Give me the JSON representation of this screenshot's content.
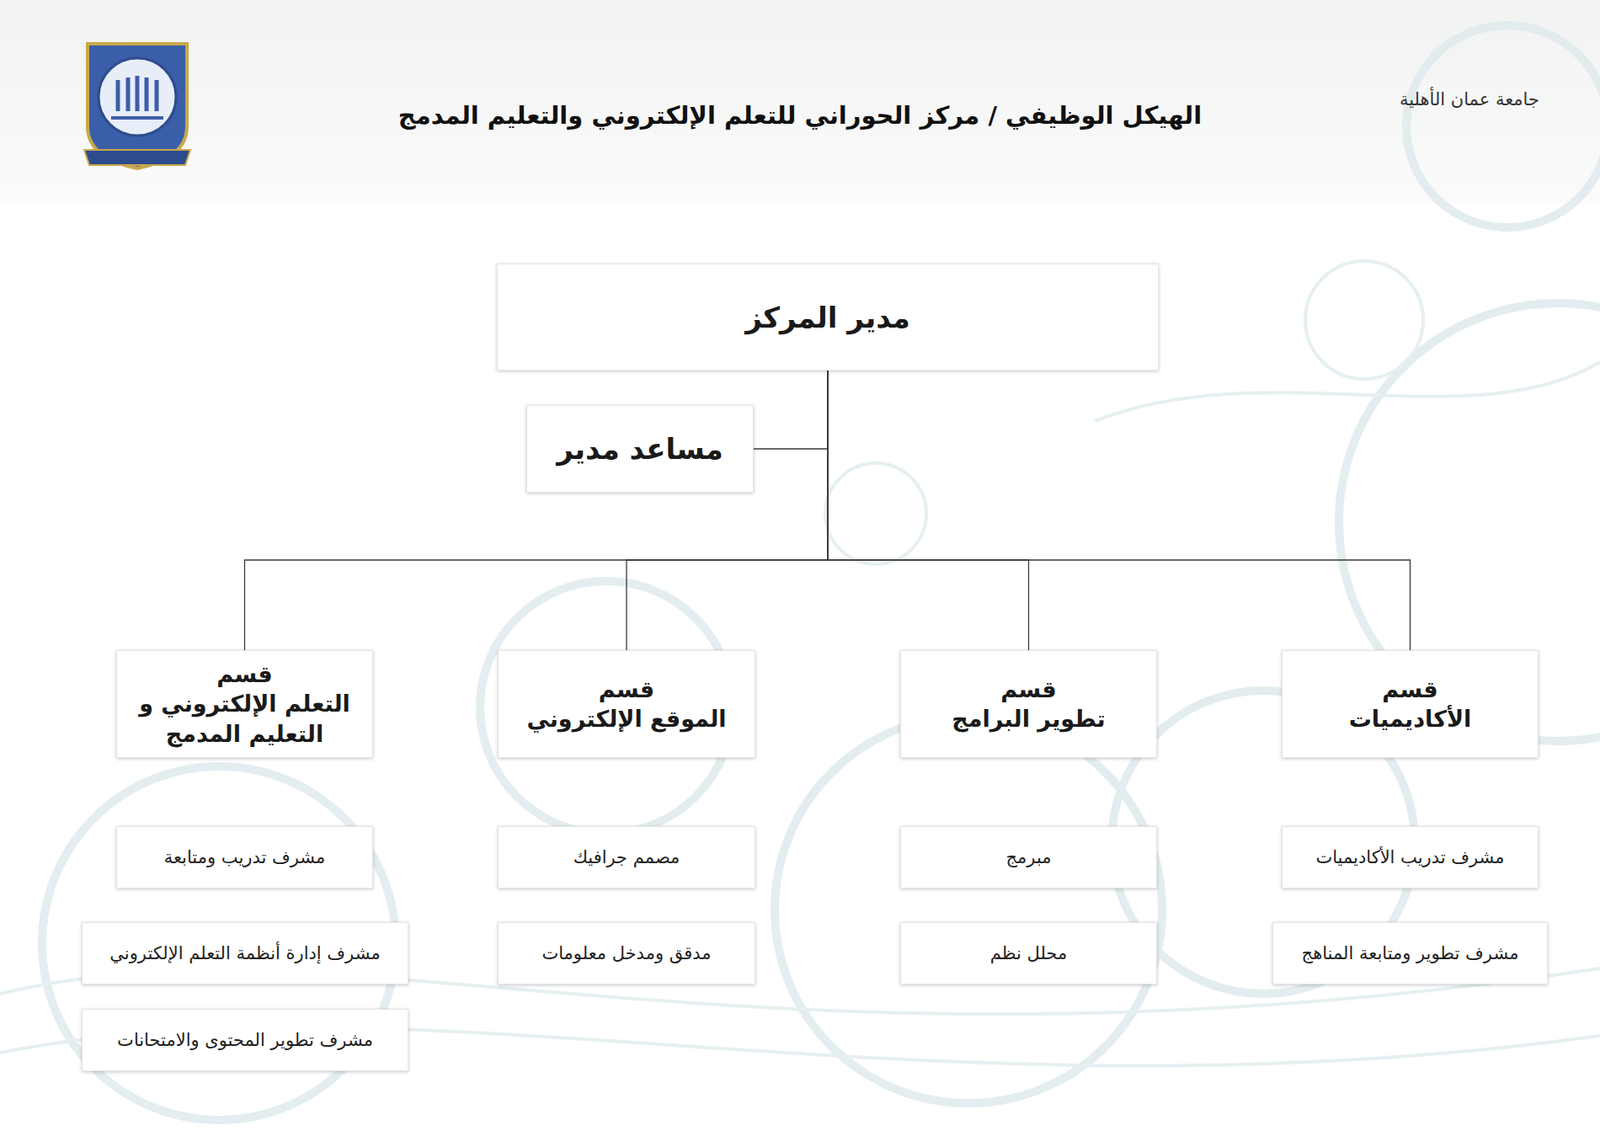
{
  "diagram": {
    "title": "الهيكل الوظيفي / مركز الحوراني للتعلم الإلكتروني والتعليم المدمج",
    "nodes": [
      {
        "text": [
          "مدير المركز"
        ]
      },
      {
        "text": [
          "مساعد مدير"
        ]
      },
      {
        "text": [
          "قسم",
          "الأكاديميات"
        ]
      },
      {
        "text": [
          "قسم",
          "تطوير البرامج"
        ]
      },
      {
        "text": [
          "قسم",
          "الموقع الإلكتروني"
        ]
      },
      {
        "text": [
          "قسم",
          "التعلم الإلكتروني و التعليم المدمج"
        ]
      },
      {
        "text": [
          "مشرف تدريب الأكاديميات"
        ]
      },
      {
        "text": [
          "مشرف تطوير ومتابعة المناهج"
        ]
      },
      {
        "text": [
          "مبرمج"
        ]
      },
      {
        "text": [
          "محلل نظم"
        ]
      },
      {
        "text": [
          "مصمم جرافيك"
        ]
      },
      {
        "text": [
          "مدقق ومدخل معلومات"
        ]
      },
      {
        "text": [
          "مشرف تدريب ومتابعة"
        ]
      },
      {
        "text": [
          "مشرف إدارة أنظمة التعلم الإلكتروني"
        ]
      },
      {
        "text": [
          "مشرف تطوير المحتوى والامتحانات"
        ]
      }
    ],
    "edges": [
      {
        "from": 0,
        "to": 1,
        "arrow": "none"
      },
      {
        "from": 0,
        "to": 2,
        "arrow": "none"
      },
      {
        "from": 0,
        "to": 3,
        "arrow": "none"
      },
      {
        "from": 0,
        "to": 4,
        "arrow": "none"
      },
      {
        "from": 0,
        "to": 5,
        "arrow": "none"
      }
    ],
    "labels": [
      "جامعة عمان الأهلية"
    ]
  }
}
